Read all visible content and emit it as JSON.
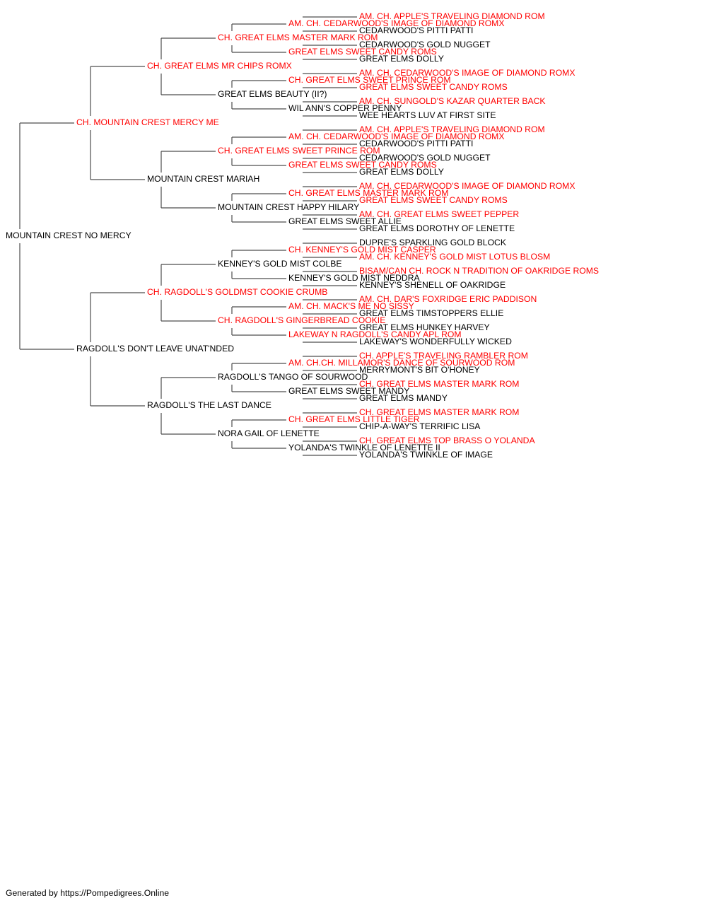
{
  "colors": {
    "champion": "#ff0000",
    "normal": "#000000",
    "connector": "#4d4d4d"
  },
  "footer": "Generated by https://Pompedigrees.Online",
  "pedigree": {
    "name": "MOUNTAIN CREST NO MERCY",
    "ch": false,
    "sire": {
      "name": "CH. MOUNTAIN CREST MERCY ME",
      "ch": true,
      "sire": {
        "name": "CH. GREAT ELMS MR CHIPS ROMX",
        "ch": true,
        "sire": {
          "name": "CH. GREAT ELMS MASTER MARK ROM",
          "ch": true,
          "sire": {
            "name": "AM. CH. CEDARWOOD'S IMAGE OF DIAMOND ROMX",
            "ch": true,
            "sire": {
              "name": "AM. CH. APPLE'S TRAVELING DIAMOND ROM",
              "ch": true
            },
            "dam": {
              "name": "CEDARWOOD'S PITTI PATTI",
              "ch": false
            }
          },
          "dam": {
            "name": "GREAT ELMS SWEET CANDY ROMS",
            "ch": true,
            "sire": {
              "name": "CEDARWOOD'S GOLD NUGGET",
              "ch": false
            },
            "dam": {
              "name": "GREAT ELMS DOLLY",
              "ch": false
            }
          }
        },
        "dam": {
          "name": "GREAT ELMS BEAUTY (II?)",
          "ch": false,
          "sire": {
            "name": "CH. GREAT ELMS SWEET PRINCE ROM",
            "ch": true,
            "sire": {
              "name": "AM. CH. CEDARWOOD'S IMAGE OF DIAMOND ROMX",
              "ch": true
            },
            "dam": {
              "name": "GREAT ELMS SWEET CANDY ROMS",
              "ch": true
            }
          },
          "dam": {
            "name": "WIL ANN'S COPPER PENNY",
            "ch": false,
            "sire": {
              "name": "AM. CH. SUNGOLD'S KAZAR QUARTER BACK",
              "ch": true
            },
            "dam": {
              "name": "WEE HEARTS LUV AT FIRST SITE",
              "ch": false
            }
          }
        }
      },
      "dam": {
        "name": "MOUNTAIN CREST MARIAH",
        "ch": false,
        "sire": {
          "name": "CH. GREAT ELMS SWEET PRINCE ROM",
          "ch": true,
          "sire": {
            "name": "AM. CH. CEDARWOOD'S IMAGE OF DIAMOND ROMX",
            "ch": true,
            "sire": {
              "name": "AM. CH. APPLE'S TRAVELING DIAMOND ROM",
              "ch": true
            },
            "dam": {
              "name": "CEDARWOOD'S PITTI PATTI",
              "ch": false
            }
          },
          "dam": {
            "name": "GREAT ELMS SWEET CANDY ROMS",
            "ch": true,
            "sire": {
              "name": "CEDARWOOD'S GOLD NUGGET",
              "ch": false
            },
            "dam": {
              "name": "GREAT ELMS DOLLY",
              "ch": false
            }
          }
        },
        "dam": {
          "name": "MOUNTAIN CREST HAPPY HILARY",
          "ch": false,
          "sire": {
            "name": "CH. GREAT ELMS MASTER MARK ROM",
            "ch": true,
            "sire": {
              "name": "AM. CH. CEDARWOOD'S IMAGE OF DIAMOND ROMX",
              "ch": true
            },
            "dam": {
              "name": "GREAT ELMS SWEET CANDY ROMS",
              "ch": true
            }
          },
          "dam": {
            "name": "GREAT ELMS SWEET ALLIE",
            "ch": false,
            "sire": {
              "name": "AM. CH. GREAT ELMS SWEET PEPPER",
              "ch": true
            },
            "dam": {
              "name": "GREAT ELMS DOROTHY OF LENETTE",
              "ch": false
            }
          }
        }
      }
    },
    "dam": {
      "name": "RAGDOLL'S DON'T LEAVE UNAT'NDED",
      "ch": false,
      "sire": {
        "name": "CH. RAGDOLL'S GOLDMST COOKIE CRUMB",
        "ch": true,
        "sire": {
          "name": "KENNEY'S GOLD MIST COLBE",
          "ch": false,
          "sire": {
            "name": "CH. KENNEY'S GOLD MIST CASPER",
            "ch": true,
            "sire": {
              "name": "DUPRE'S SPARKLING GOLD BLOCK",
              "ch": false
            },
            "dam": {
              "name": "AM. CH. KENNEY'S GOLD MIST LOTUS BLOSM",
              "ch": true
            }
          },
          "dam": {
            "name": "KENNEY'S GOLD MIST NEDDRA",
            "ch": false,
            "sire": {
              "name": "BISAM/CAN CH. ROCK N TRADITION OF OAKRIDGE ROMS",
              "ch": true
            },
            "dam": {
              "name": "KENNEY'S SHENELL OF OAKRIDGE",
              "ch": false
            }
          }
        },
        "dam": {
          "name": "CH. RAGDOLL'S GINGERBREAD COOKIE",
          "ch": true,
          "sire": {
            "name": "AM. CH. MACK'S ME NO SISSY",
            "ch": true,
            "sire": {
              "name": "AM. CH. DAR'S FOXRIDGE ERIC PADDISON",
              "ch": true
            },
            "dam": {
              "name": "GREAT ELMS TIMSTOPPERS ELLIE",
              "ch": false
            }
          },
          "dam": {
            "name": "LAKEWAY N RAGDOLL'S CANDY APL ROM",
            "ch": true,
            "sire": {
              "name": "GREAT ELMS HUNKEY HARVEY",
              "ch": false
            },
            "dam": {
              "name": "LAKEWAY'S WONDERFULLY WICKED",
              "ch": false
            }
          }
        }
      },
      "dam": {
        "name": "RAGDOLL'S THE LAST DANCE",
        "ch": false,
        "sire": {
          "name": "RAGDOLL'S TANGO OF SOURWOOD",
          "ch": false,
          "sire": {
            "name": "AM. CH.CH. MILLAMOR'S DANCE OF SOURWOOD ROM",
            "ch": true,
            "sire": {
              "name": "CH. APPLE'S TRAVELING RAMBLER ROM",
              "ch": true
            },
            "dam": {
              "name": "MERRYMONT'S BIT O'HONEY",
              "ch": false
            }
          },
          "dam": {
            "name": "GREAT ELMS SWEET MANDY",
            "ch": false,
            "sire": {
              "name": "CH. GREAT ELMS MASTER MARK ROM",
              "ch": true
            },
            "dam": {
              "name": "GREAT ELMS MANDY",
              "ch": false
            }
          }
        },
        "dam": {
          "name": "NORA GAIL OF LENETTE",
          "ch": false,
          "sire": {
            "name": "CH. GREAT ELMS LITTLE TIGER",
            "ch": true,
            "sire": {
              "name": "CH. GREAT ELMS MASTER MARK ROM",
              "ch": true
            },
            "dam": {
              "name": "CHIP-A-WAY'S TERRIFIC LISA",
              "ch": false
            }
          },
          "dam": {
            "name": "YOLANDA'S TWINKLE OF LENETTE II",
            "ch": false,
            "sire": {
              "name": "CH. GREAT ELMS TOP BRASS O YOLANDA",
              "ch": true
            },
            "dam": {
              "name": "YOLANDA'S TWINKLE OF IMAGE",
              "ch": false
            }
          }
        }
      }
    }
  }
}
